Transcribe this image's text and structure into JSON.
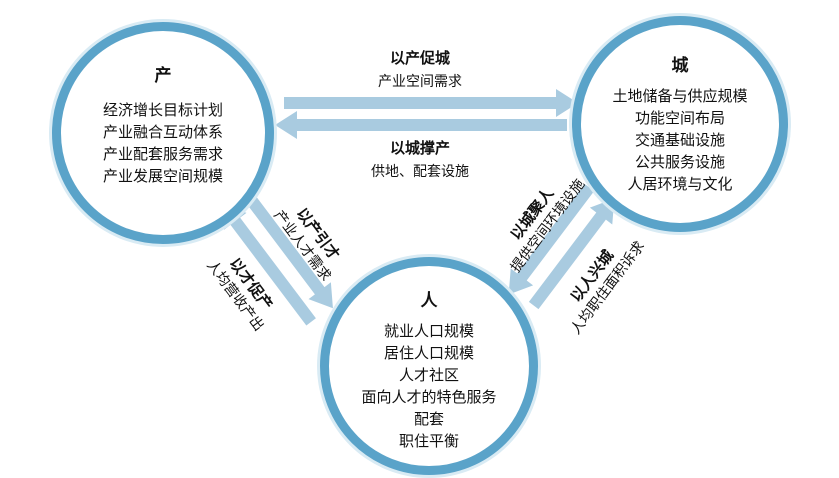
{
  "nodes": {
    "chan": {
      "title": "产",
      "items": [
        "经济增长目标计划",
        "产业融合互动体系",
        "产业配套服务需求",
        "产业发展空间规模"
      ]
    },
    "cheng": {
      "title": "城",
      "items": [
        "土地储备与供应规模",
        "功能空间布局",
        "交通基础设施",
        "公共服务设施",
        "人居环境与文化"
      ]
    },
    "ren": {
      "title": "人",
      "items": [
        "就业人口规模",
        "居住人口规模",
        "人才社区",
        "面向人才的特色服务",
        "配套",
        "职住平衡"
      ]
    }
  },
  "links": {
    "chan_to_cheng": {
      "title": "以产促城",
      "sub": "产业空间需求"
    },
    "cheng_to_chan": {
      "title": "以城撑产",
      "sub": "供地、配套设施"
    },
    "chan_to_ren": {
      "title": "以产引才",
      "sub": "产业人才需求"
    },
    "ren_to_chan": {
      "title": "以才促产",
      "sub": "人均营收产出"
    },
    "cheng_to_ren": {
      "title": "以城聚人",
      "sub": "提供空间环境设施"
    },
    "ren_to_cheng": {
      "title": "以人兴城",
      "sub": "人均职住面积诉求"
    }
  },
  "colors": {
    "ring": "#5aa3c9",
    "ring_glow": "#d9ebf4",
    "arrow": "#a9cbe0"
  }
}
